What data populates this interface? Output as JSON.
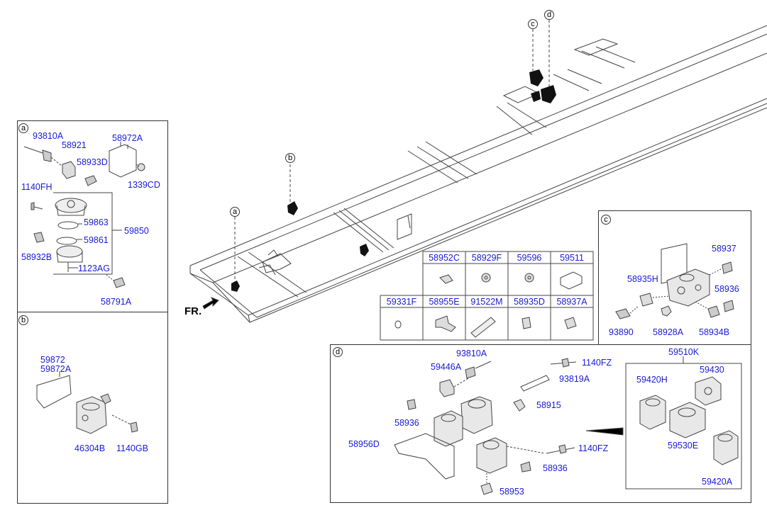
{
  "callouts": {
    "a": "a",
    "b": "b",
    "c": "c",
    "d": "d"
  },
  "front_indicator": "FR.",
  "panel_a": {
    "p93810A": "93810A",
    "p58921": "58921",
    "p58972A": "58972A",
    "p58933D": "58933D",
    "p1339CD": "1339CD",
    "p1140FH": "1140FH",
    "p59863": "59863",
    "p59850": "59850",
    "p59861": "59861",
    "p58932B": "58932B",
    "p1123AG": "1123AG",
    "p58791A": "58791A"
  },
  "panel_b": {
    "p59872": "59872",
    "p59872A": "59872A",
    "p46304B": "46304B",
    "p1140GB": "1140GB"
  },
  "parts_table": {
    "row1": [
      "58952C",
      "58929F",
      "59596",
      "59511"
    ],
    "row2": [
      "59331F",
      "58955E",
      "91522M",
      "58935D",
      "58937A"
    ]
  },
  "panel_c": {
    "p58937": "58937",
    "p58935H": "58935H",
    "p58936": "58936",
    "p93890": "93890",
    "p58928A": "58928A",
    "p58934B": "58934B"
  },
  "panel_d": {
    "p93810A": "93810A",
    "p1140FZ_top": "1140FZ",
    "p59446A": "59446A",
    "p93819A": "93819A",
    "p58915": "58915",
    "p58936_left": "58936",
    "p58956D": "58956D",
    "p1140FZ_mid": "1140FZ",
    "p58936_bot": "58936",
    "p58953": "58953",
    "p59510K": "59510K",
    "p59420H": "59420H",
    "p59430": "59430",
    "p59530E": "59530E",
    "p59420A": "59420A"
  },
  "colors": {
    "part_label": "#1a1ad6",
    "line": "#333333"
  }
}
